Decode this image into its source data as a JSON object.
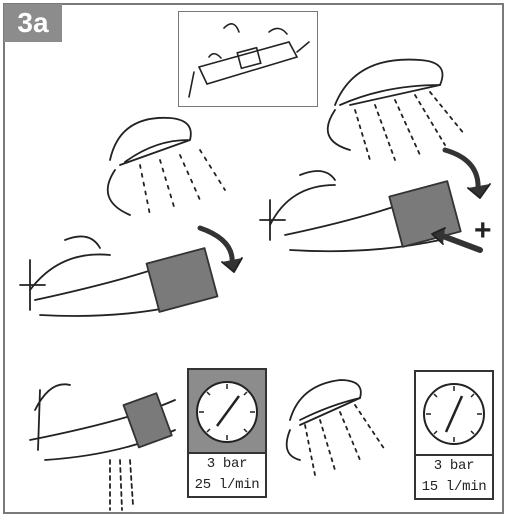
{
  "step": {
    "label": "3a"
  },
  "gauges": [
    {
      "pressure": "3 bar",
      "flow": "25 l/min"
    },
    {
      "pressure": "3 bar",
      "flow": "15 l/min"
    }
  ],
  "symbols": {
    "increase": "+"
  },
  "colors": {
    "badge": "#8c8c8c",
    "frame": "#7a7a7a",
    "ink": "#333333"
  }
}
